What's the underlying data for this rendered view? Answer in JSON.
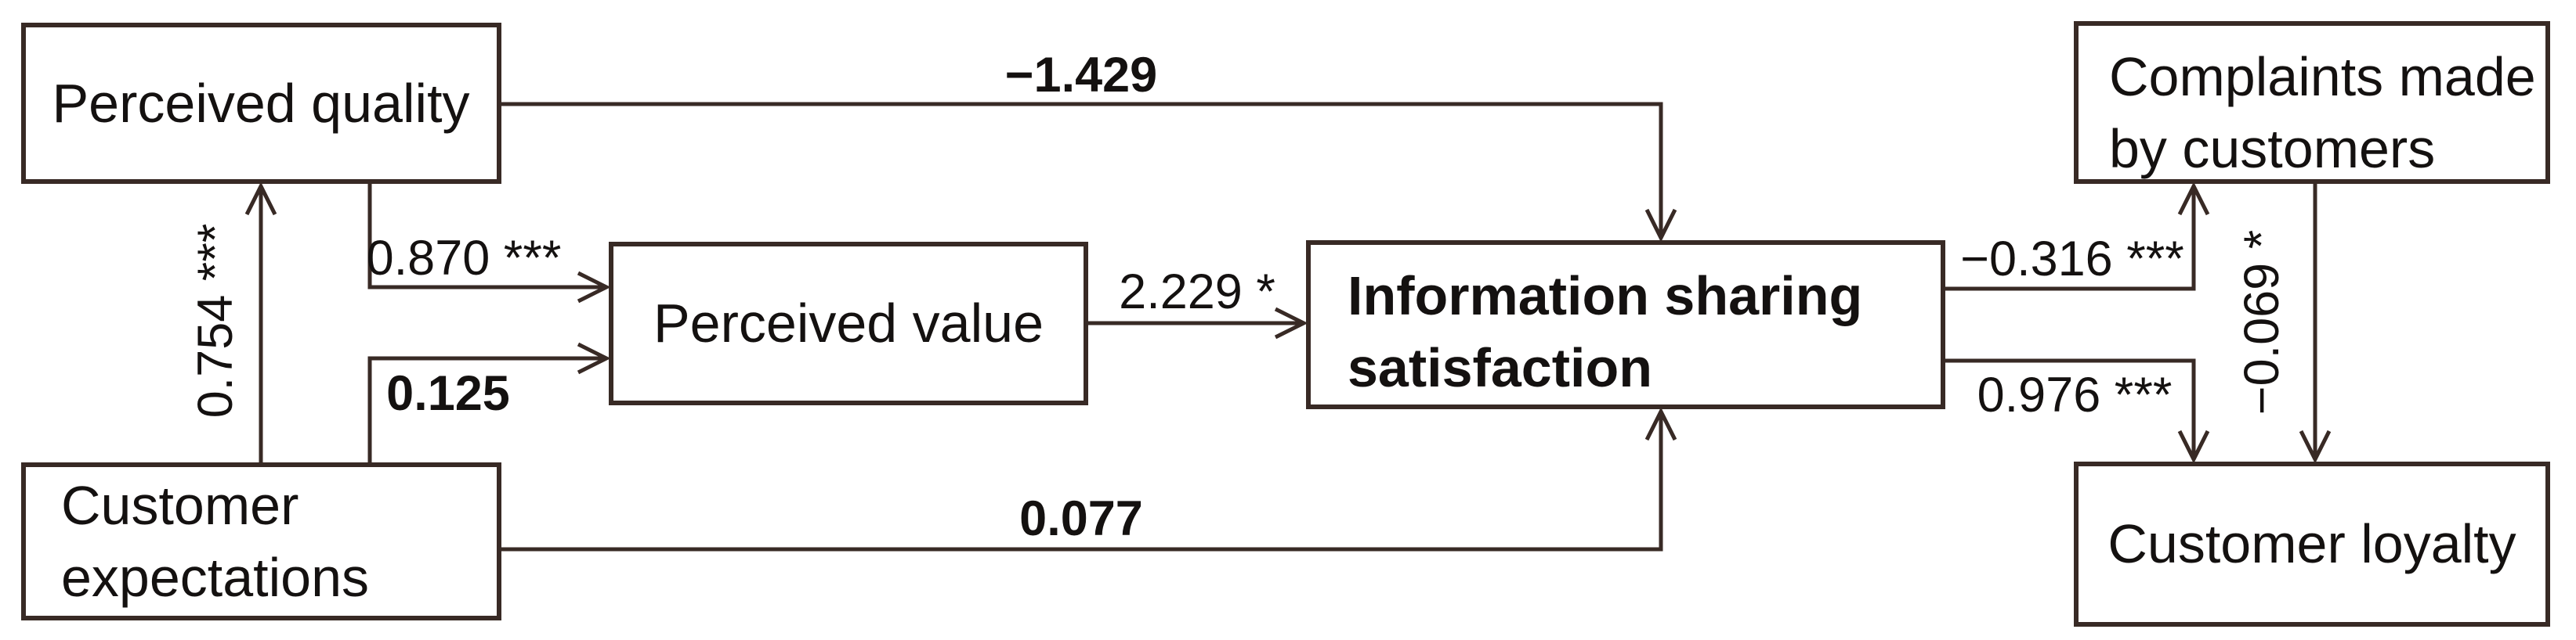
{
  "figure": {
    "type": "path-diagram",
    "background_color": "#ffffff",
    "line_color": "#382a25",
    "text_color": "#141110",
    "nodes": {
      "perceived_quality": {
        "label": "Perceived quality"
      },
      "customer_expectations": {
        "line1": "Customer",
        "line2": "expectations"
      },
      "perceived_value": {
        "label": "Perceived value"
      },
      "information_sharing_satisfaction": {
        "line1": "Information sharing",
        "line2": "satisfaction"
      },
      "complaints": {
        "line1": "Complaints made",
        "line2": "by customers"
      },
      "customer_loyalty": {
        "label": "Customer loyalty"
      }
    },
    "edges": {
      "expectations_to_quality": {
        "label": "0.754 ***",
        "value": "0.754",
        "significance": "***"
      },
      "quality_to_value": {
        "label": "0.870 ***",
        "value": "0.870",
        "significance": "***"
      },
      "expectations_to_value": {
        "label": "0.125",
        "value": "0.125",
        "significance": ""
      },
      "quality_to_satisfaction": {
        "label": "−1.429",
        "value": "−1.429",
        "significance": ""
      },
      "value_to_satisfaction": {
        "label": "2.229 *",
        "value": "2.229",
        "significance": "*"
      },
      "expectations_to_satisfaction": {
        "label": "0.077",
        "value": "0.077",
        "significance": ""
      },
      "satisfaction_to_complaints": {
        "label": "−0.316 ***",
        "value": "−0.316",
        "significance": "***"
      },
      "satisfaction_to_loyalty": {
        "label": "0.976 ***",
        "value": "0.976",
        "significance": "***"
      },
      "complaints_to_loyalty": {
        "label": "−0.069 *",
        "value": "−0.069",
        "significance": "*"
      }
    }
  }
}
